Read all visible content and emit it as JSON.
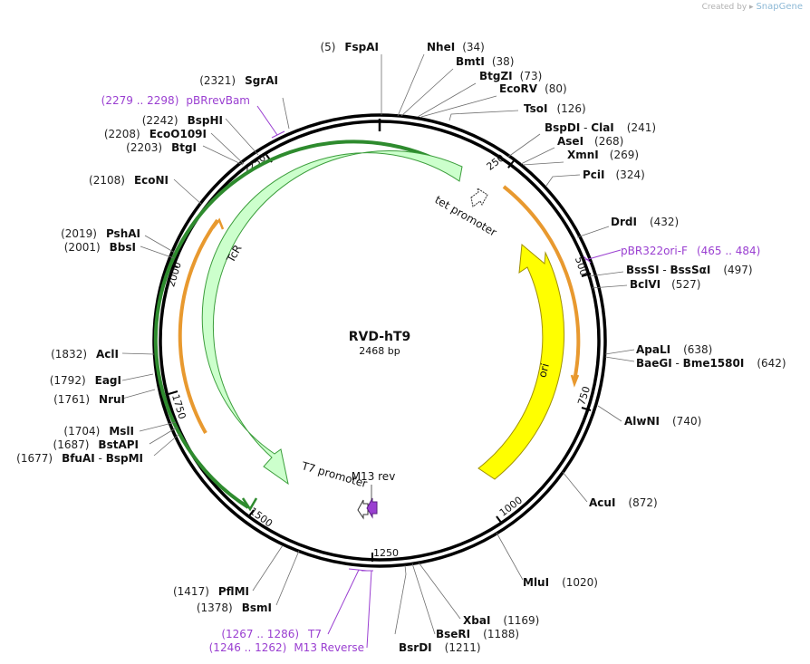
{
  "header": {
    "credit_prefix": "Created by",
    "credit_brand": "SnapGene"
  },
  "plasmid": {
    "name": "RVD-hT9",
    "length_label": "2468 bp",
    "total_bp": 2468
  },
  "ruler_ticks": [
    "250",
    "500",
    "750",
    "1000",
    "1250",
    "1500",
    "1750",
    "2000",
    "2250"
  ],
  "features": [
    {
      "name": "tet promoter",
      "kind": "promoter"
    },
    {
      "name": "ori",
      "kind": "rep_origin"
    },
    {
      "name": "TcR",
      "kind": "cds"
    },
    {
      "name": "T7 promoter",
      "kind": "promoter"
    },
    {
      "name": "M13 rev",
      "kind": "primer_bind"
    }
  ],
  "enzymes": [
    {
      "pos": "(5)",
      "name": "FspAI"
    },
    {
      "name": "NheI",
      "pos": "(34)"
    },
    {
      "name": "BmtI",
      "pos": "(38)"
    },
    {
      "name": "BtgZI",
      "pos": "(73)"
    },
    {
      "name": "EcoRV",
      "pos": "(80)"
    },
    {
      "name": "TsoI",
      "pos": "(126)"
    },
    {
      "name": "BspDI",
      "sep": " - ",
      "name2": "ClaI",
      "pos": "(241)"
    },
    {
      "name": "AseI",
      "pos": "(268)"
    },
    {
      "name": "XmnI",
      "pos": "(269)"
    },
    {
      "name": "PciI",
      "pos": "(324)"
    },
    {
      "name": "DrdI",
      "pos": "(432)"
    },
    {
      "name": "BssSI",
      "sep": " - ",
      "name2": "BssSαI",
      "pos": "(497)"
    },
    {
      "name": "BclVI",
      "pos": "(527)"
    },
    {
      "name": "ApaLI",
      "pos": "(638)"
    },
    {
      "name": "BaeGI",
      "sep": " - ",
      "name2": "Bme1580I",
      "pos": "(642)"
    },
    {
      "name": "AlwNI",
      "pos": "(740)"
    },
    {
      "name": "AcuI",
      "pos": "(872)"
    },
    {
      "name": "MluI",
      "pos": "(1020)"
    },
    {
      "name": "XbaI",
      "pos": "(1169)"
    },
    {
      "name": "BseRI",
      "pos": "(1188)"
    },
    {
      "name": "BsrDI",
      "pos": "(1211)"
    },
    {
      "pos": "(1378)",
      "name": "BsmI"
    },
    {
      "pos": "(1417)",
      "name": "PflMI"
    },
    {
      "pos": "(1677)",
      "name": "BfuAI",
      "sep": " - ",
      "name2": "BspMI"
    },
    {
      "pos": "(1687)",
      "name": "BstAPI"
    },
    {
      "pos": "(1704)",
      "name": "MslI"
    },
    {
      "pos": "(1761)",
      "name": "NruI"
    },
    {
      "pos": "(1792)",
      "name": "EagI"
    },
    {
      "pos": "(1832)",
      "name": "AclI"
    },
    {
      "pos": "(2001)",
      "name": "BbsI"
    },
    {
      "pos": "(2019)",
      "name": "PshAI"
    },
    {
      "pos": "(2108)",
      "name": "EcoNI"
    },
    {
      "pos": "(2203)",
      "name": "BtgI"
    },
    {
      "pos": "(2208)",
      "name": "EcoO109I"
    },
    {
      "pos": "(2242)",
      "name": "BspHI"
    },
    {
      "pos": "(2321)",
      "name": "SgrAI"
    }
  ],
  "primers": [
    {
      "text": "pBR322ori-F",
      "range": "(465 .. 484)"
    },
    {
      "range": "(2279 .. 2298)",
      "text": "pBRrevBam"
    },
    {
      "range": "(1267 .. 1286)",
      "text": "T7"
    },
    {
      "range": "(1246 .. 1262)",
      "text": "M13 Reverse"
    }
  ],
  "colors": {
    "backbone": "#000000",
    "ori": "#ffff00",
    "tcr_fill": "#ccffcc",
    "tcr_stroke": "#3c9e3c",
    "orange_arc": "#e8992f",
    "green_arc": "#2e8b2e",
    "primer": "#9a3fd1",
    "promoter_fill": "#ffffff"
  }
}
